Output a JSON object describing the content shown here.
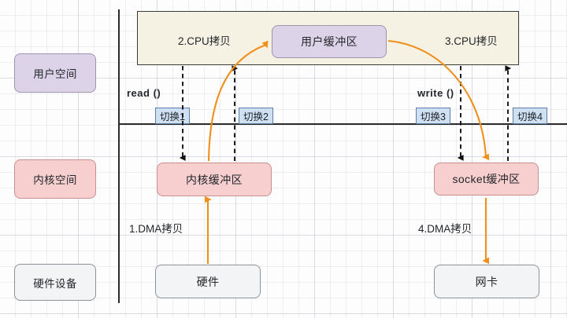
{
  "diagram": {
    "title": "traditional-io-copy-flow",
    "colors": {
      "user_space_fill": "#ddd3e8",
      "kernel_space_fill": "#f7cfcf",
      "hardware_fill": "#f3f4f5",
      "band_fill": "#f6f2e3",
      "badge_fill": "#cfe0f3",
      "dma_arrow": "#ef8f1c",
      "context_switch_arrow": "#111111"
    }
  },
  "legend": {
    "items": [
      {
        "label": "用户空间",
        "name": "legend-user-space"
      },
      {
        "label": "内核空间",
        "name": "legend-kernel-space"
      },
      {
        "label": "硬件设备",
        "name": "legend-hardware-device"
      }
    ]
  },
  "nodes": {
    "user_buffer": "用户缓冲区",
    "kernel_buffer": "内核缓冲区",
    "socket_buffer": "socket缓冲区",
    "hardware": "硬件",
    "nic": "网卡"
  },
  "copies": {
    "cpu_copy_2": "2.CPU拷贝",
    "cpu_copy_3": "3.CPU拷贝",
    "dma_copy_1": "1.DMA拷贝",
    "dma_copy_4": "4.DMA拷贝"
  },
  "syscalls": {
    "read": "read ()",
    "write": "write ()"
  },
  "switches": [
    {
      "label": "切换1"
    },
    {
      "label": "切换2"
    },
    {
      "label": "切换3"
    },
    {
      "label": "切换4"
    }
  ]
}
